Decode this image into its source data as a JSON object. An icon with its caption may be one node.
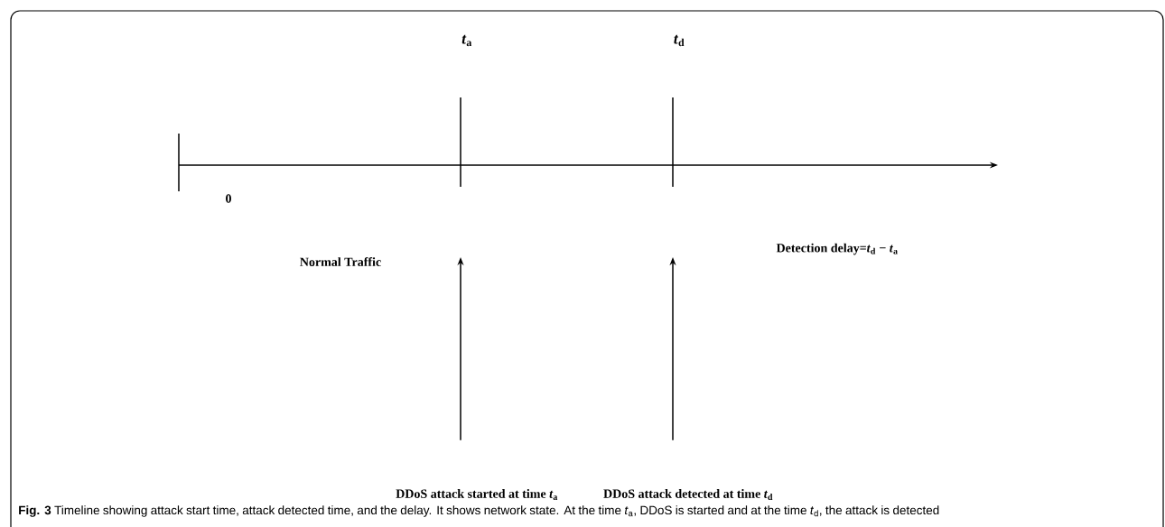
{
  "diagram": {
    "caption": "**Fig. 3** Timeline showing attack start time, attack detected time, and the delay. It shows network state. At the time *t*$_{a}$, DDoS is started and at the time *t*$_{d}$, the attack is detected",
    "nodes": [
      {
        "text": [
          "DDoS attack started at time *t*$_{a}$"
        ]
      },
      {
        "text": [
          "DDoS attack detected at time *t*$_{d}$"
        ]
      }
    ],
    "edges": [
      {
        "from": 0,
        "to": null,
        "arrow": "to"
      },
      {
        "from": 1,
        "to": null,
        "arrow": "to"
      }
    ],
    "labels": [
      "*t*$_{a}$",
      "*t*$_{d}$",
      "0",
      "Normal Traffic",
      "Detection delay=*t*$_{d}$ − *t*$_{a}$"
    ]
  }
}
